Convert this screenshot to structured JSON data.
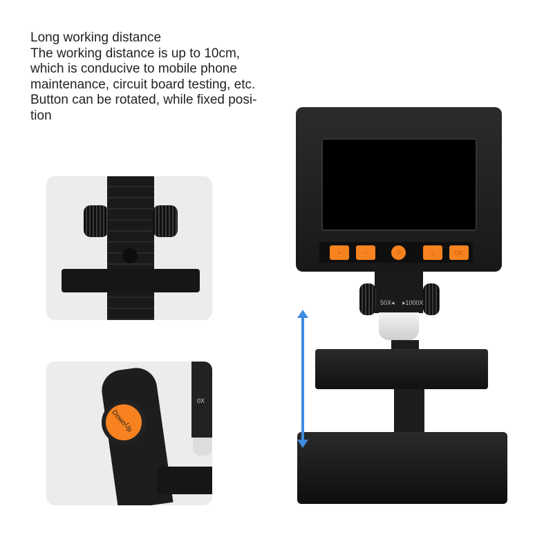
{
  "description": {
    "title": "Long working distance",
    "lines": [
      "The working distance is up to 10cm,",
      "which is conducive to mobile phone",
      "maintenance, circuit board testing, etc.",
      "Button can be rotated, while fixed posi-",
      "tion"
    ]
  },
  "device": {
    "buttons": [
      "+",
      "−",
      "⊙",
      "⌂",
      "OK"
    ],
    "zoom_min": "50X◂",
    "zoom_max": "▸1000X",
    "knob_labels": {
      "down": "Down",
      "up": "Up"
    },
    "inset_zoom_label": "0X"
  },
  "colors": {
    "accent": "#f7821f",
    "arrow": "#3f8be0",
    "body": "#1d1d1d"
  }
}
